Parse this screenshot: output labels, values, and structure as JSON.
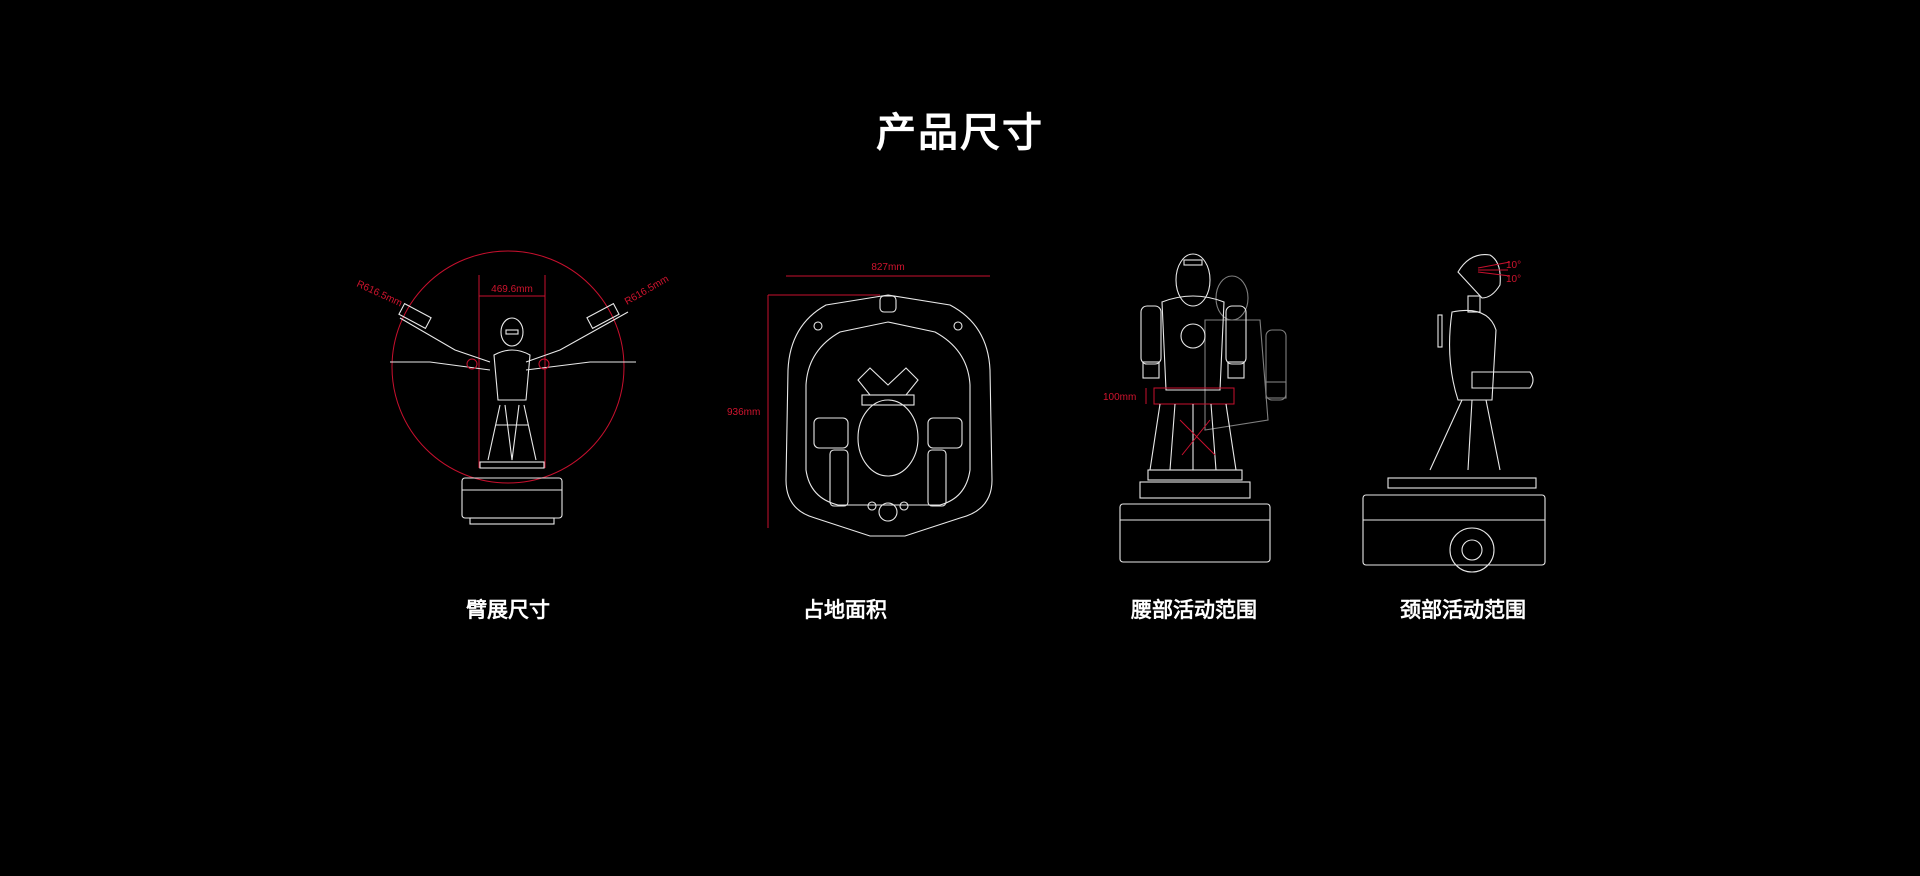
{
  "title": "产品尺寸",
  "accent_color": "#c8102e",
  "panels": [
    {
      "label": "臂展尺寸",
      "annotations": {
        "radius_left": "R616.5mm",
        "radius_right": "R616.5mm",
        "shoulder_width": "469.6mm"
      }
    },
    {
      "label": "占地面积",
      "annotations": {
        "width": "827mm",
        "depth": "936mm"
      }
    },
    {
      "label": "腰部活动范围",
      "annotations": {
        "lift": "100mm"
      }
    },
    {
      "label": "颈部活动范围",
      "annotations": {
        "up": "10°",
        "down": "10°"
      }
    }
  ]
}
